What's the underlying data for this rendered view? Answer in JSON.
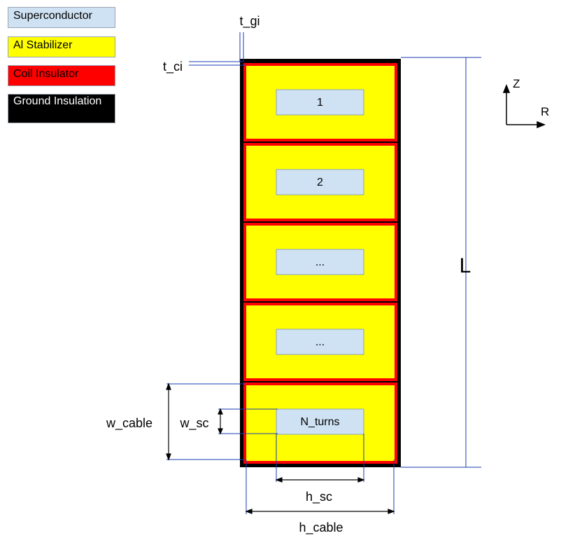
{
  "legend": {
    "superconductor": "Superconductor",
    "al_stabilizer": "Al Stabilizer",
    "coil_insulator": "Coil Insulator",
    "ground_insulation": "Ground Insulation"
  },
  "colors": {
    "superconductor": "#cfe2f3",
    "al_stabilizer": "#ffff00",
    "coil_insulator": "#ff0000",
    "ground_insulation": "#000000",
    "dimension_line": "#1a3bb3"
  },
  "turns": [
    {
      "label": "1"
    },
    {
      "label": "2"
    },
    {
      "label": "..."
    },
    {
      "label": "..."
    },
    {
      "label": "N_turns"
    }
  ],
  "dimensions": {
    "t_gi": "t_gi",
    "t_ci": "t_ci",
    "length": "L",
    "w_cable": "w_cable",
    "w_sc": "w_sc",
    "h_sc": "h_sc",
    "h_cable": "h_cable"
  },
  "axes": {
    "z": "Z",
    "r": "R"
  }
}
